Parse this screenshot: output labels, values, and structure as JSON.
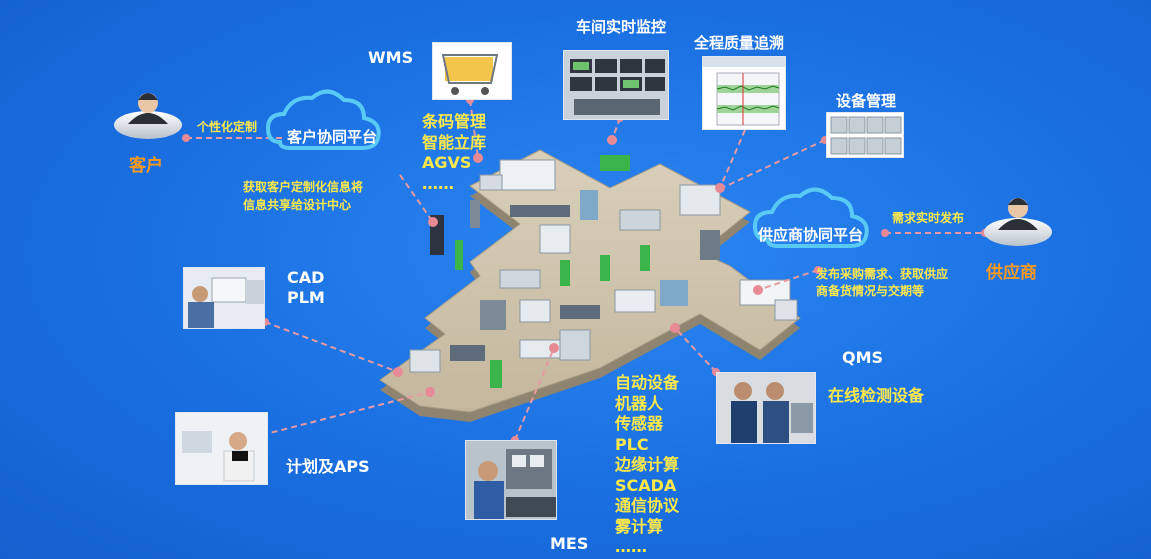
{
  "labels": {
    "customer": "客户",
    "customer_link": "个性化定制",
    "customer_platform": "客户协同平台",
    "customer_info": "获取客户定制化信息将信息共享给设计中心",
    "wms": "WMS",
    "wms_items": [
      "条码管理",
      "智能立库",
      "AGVS",
      "……"
    ],
    "workshop_monitor": "车间实时监控",
    "quality_trace": "全程质量追溯",
    "equipment_mgmt": "设备管理",
    "supplier_platform": "供应商协同平台",
    "supplier_link": "需求实时发布",
    "supplier": "供应商",
    "supplier_info": "发布采购需求、获取供应商备货情况与交期等",
    "cad": "CAD",
    "plm": "PLM",
    "aps": "计划及APS",
    "qms": "QMS",
    "online_inspection": "在线检测设备",
    "mes": "MES",
    "mes_items": [
      "自动设备",
      "机器人",
      "传感器",
      "PLC",
      "边缘计算",
      "SCADA",
      "通信协议",
      "雾计算",
      "……"
    ]
  },
  "colors": {
    "background": "#1a6fe0",
    "highlight": "#ffe94a",
    "role": "#ff9a1f",
    "connector": "#e79aa3",
    "node": "#e88a96",
    "floor": "#cfc3ac",
    "cloud": "#4fc3f7"
  },
  "icons": {
    "customer": "person-avatar-icon",
    "supplier": "person-avatar-icon",
    "platform": "cloud-icon"
  }
}
